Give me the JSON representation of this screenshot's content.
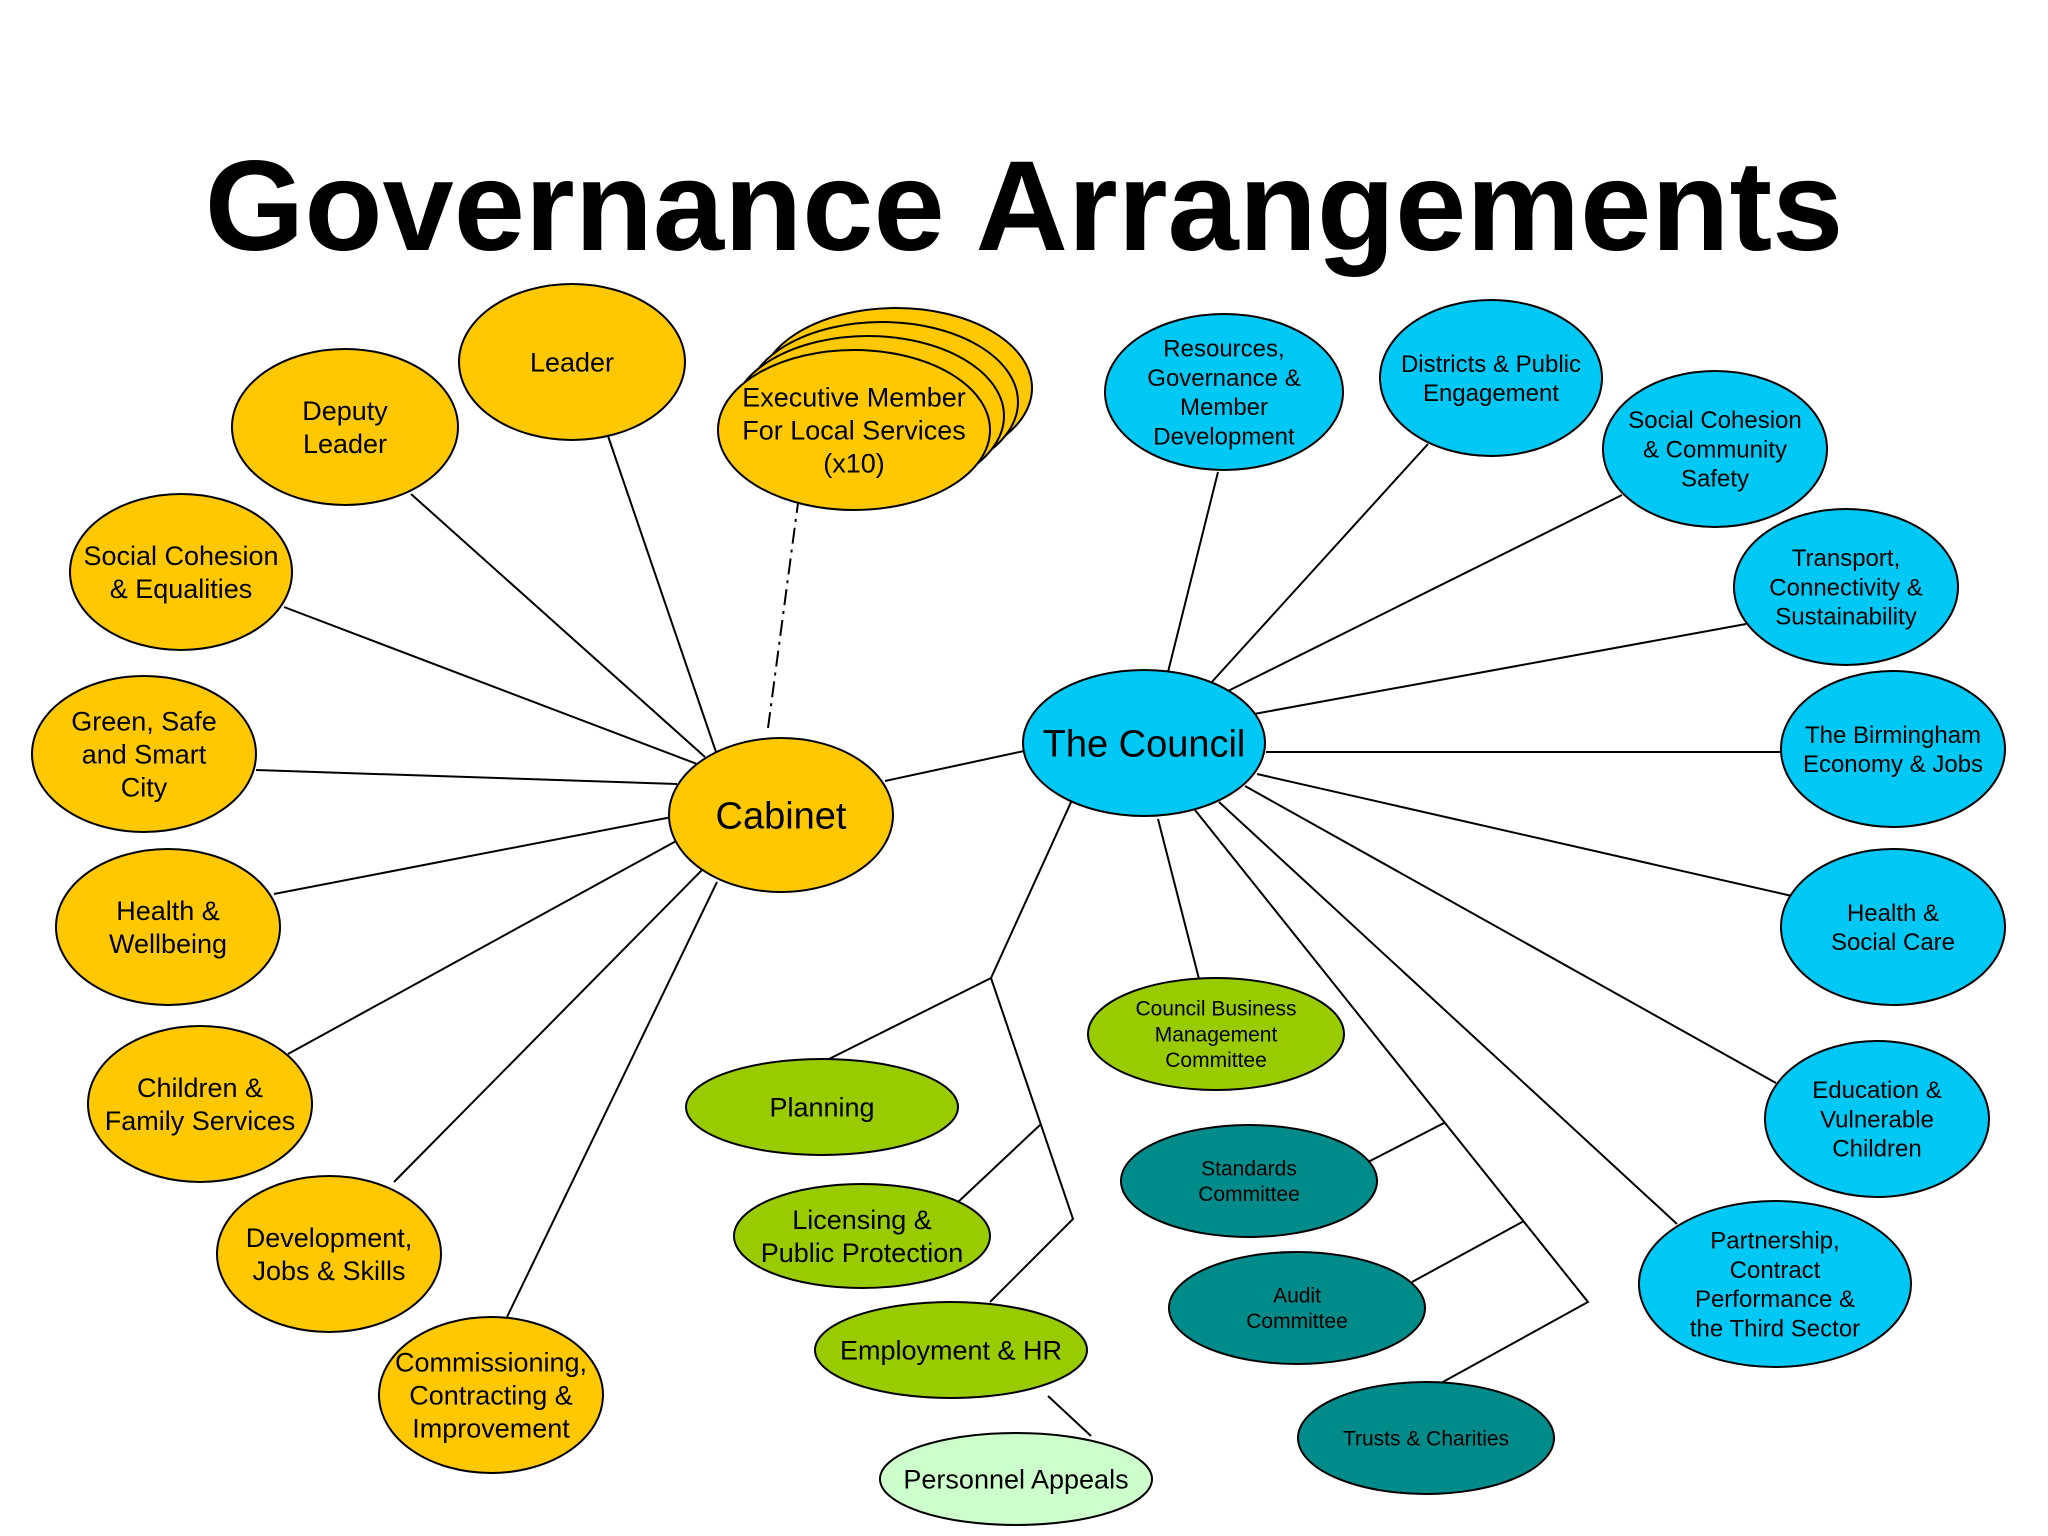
{
  "title": "Governance Arrangements",
  "colors": {
    "cabinet_side": "#FFC800",
    "council_side": "#00C8F5",
    "committees_green": "#99CC00",
    "committees_teal": "#008B8B",
    "appeals": "#CCFFCC",
    "outline": "#000000"
  },
  "nodes": {
    "cabinet": [
      "Cabinet"
    ],
    "council": [
      "The Council"
    ],
    "leader": [
      "Leader"
    ],
    "deputy_leader": [
      "Deputy",
      "Leader"
    ],
    "exec_member": [
      "Executive Member",
      "For Local Services",
      "(x10)"
    ],
    "cab_social_cohesion": [
      "Social Cohesion",
      "& Equalities"
    ],
    "cab_green_safe": [
      "Green, Safe",
      "and Smart",
      "City"
    ],
    "cab_health": [
      "Health &",
      "Wellbeing"
    ],
    "cab_children": [
      "Children &",
      "Family Services"
    ],
    "cab_development": [
      "Development,",
      "Jobs & Skills"
    ],
    "cab_commissioning": [
      "Commissioning,",
      "Contracting &",
      "Improvement"
    ],
    "scr_resources": [
      "Resources,",
      "Governance &",
      "Member",
      "Development"
    ],
    "scr_districts": [
      "Districts & Public",
      "Engagement"
    ],
    "scr_social_cohesion": [
      "Social Cohesion",
      "& Community",
      "Safety"
    ],
    "scr_transport": [
      "Transport,",
      "Connectivity &",
      "Sustainability"
    ],
    "scr_economy": [
      "The Birmingham",
      "Economy & Jobs"
    ],
    "scr_health": [
      "Health &",
      "Social Care"
    ],
    "scr_education": [
      "Education &",
      "Vulnerable",
      "Children"
    ],
    "scr_partnership": [
      "Partnership,",
      "Contract",
      "Performance &",
      "the Third Sector"
    ],
    "cbm_committee": [
      "Council  Business",
      "Management",
      "Committee"
    ],
    "planning": [
      "Planning"
    ],
    "licensing": [
      "Licensing &",
      "Public Protection"
    ],
    "employment": [
      "Employment & HR"
    ],
    "personnel_appeals": [
      "Personnel Appeals"
    ],
    "standards": [
      "Standards",
      "Committee"
    ],
    "audit": [
      "Audit",
      "Committee"
    ],
    "trusts": [
      "Trusts & Charities"
    ]
  }
}
